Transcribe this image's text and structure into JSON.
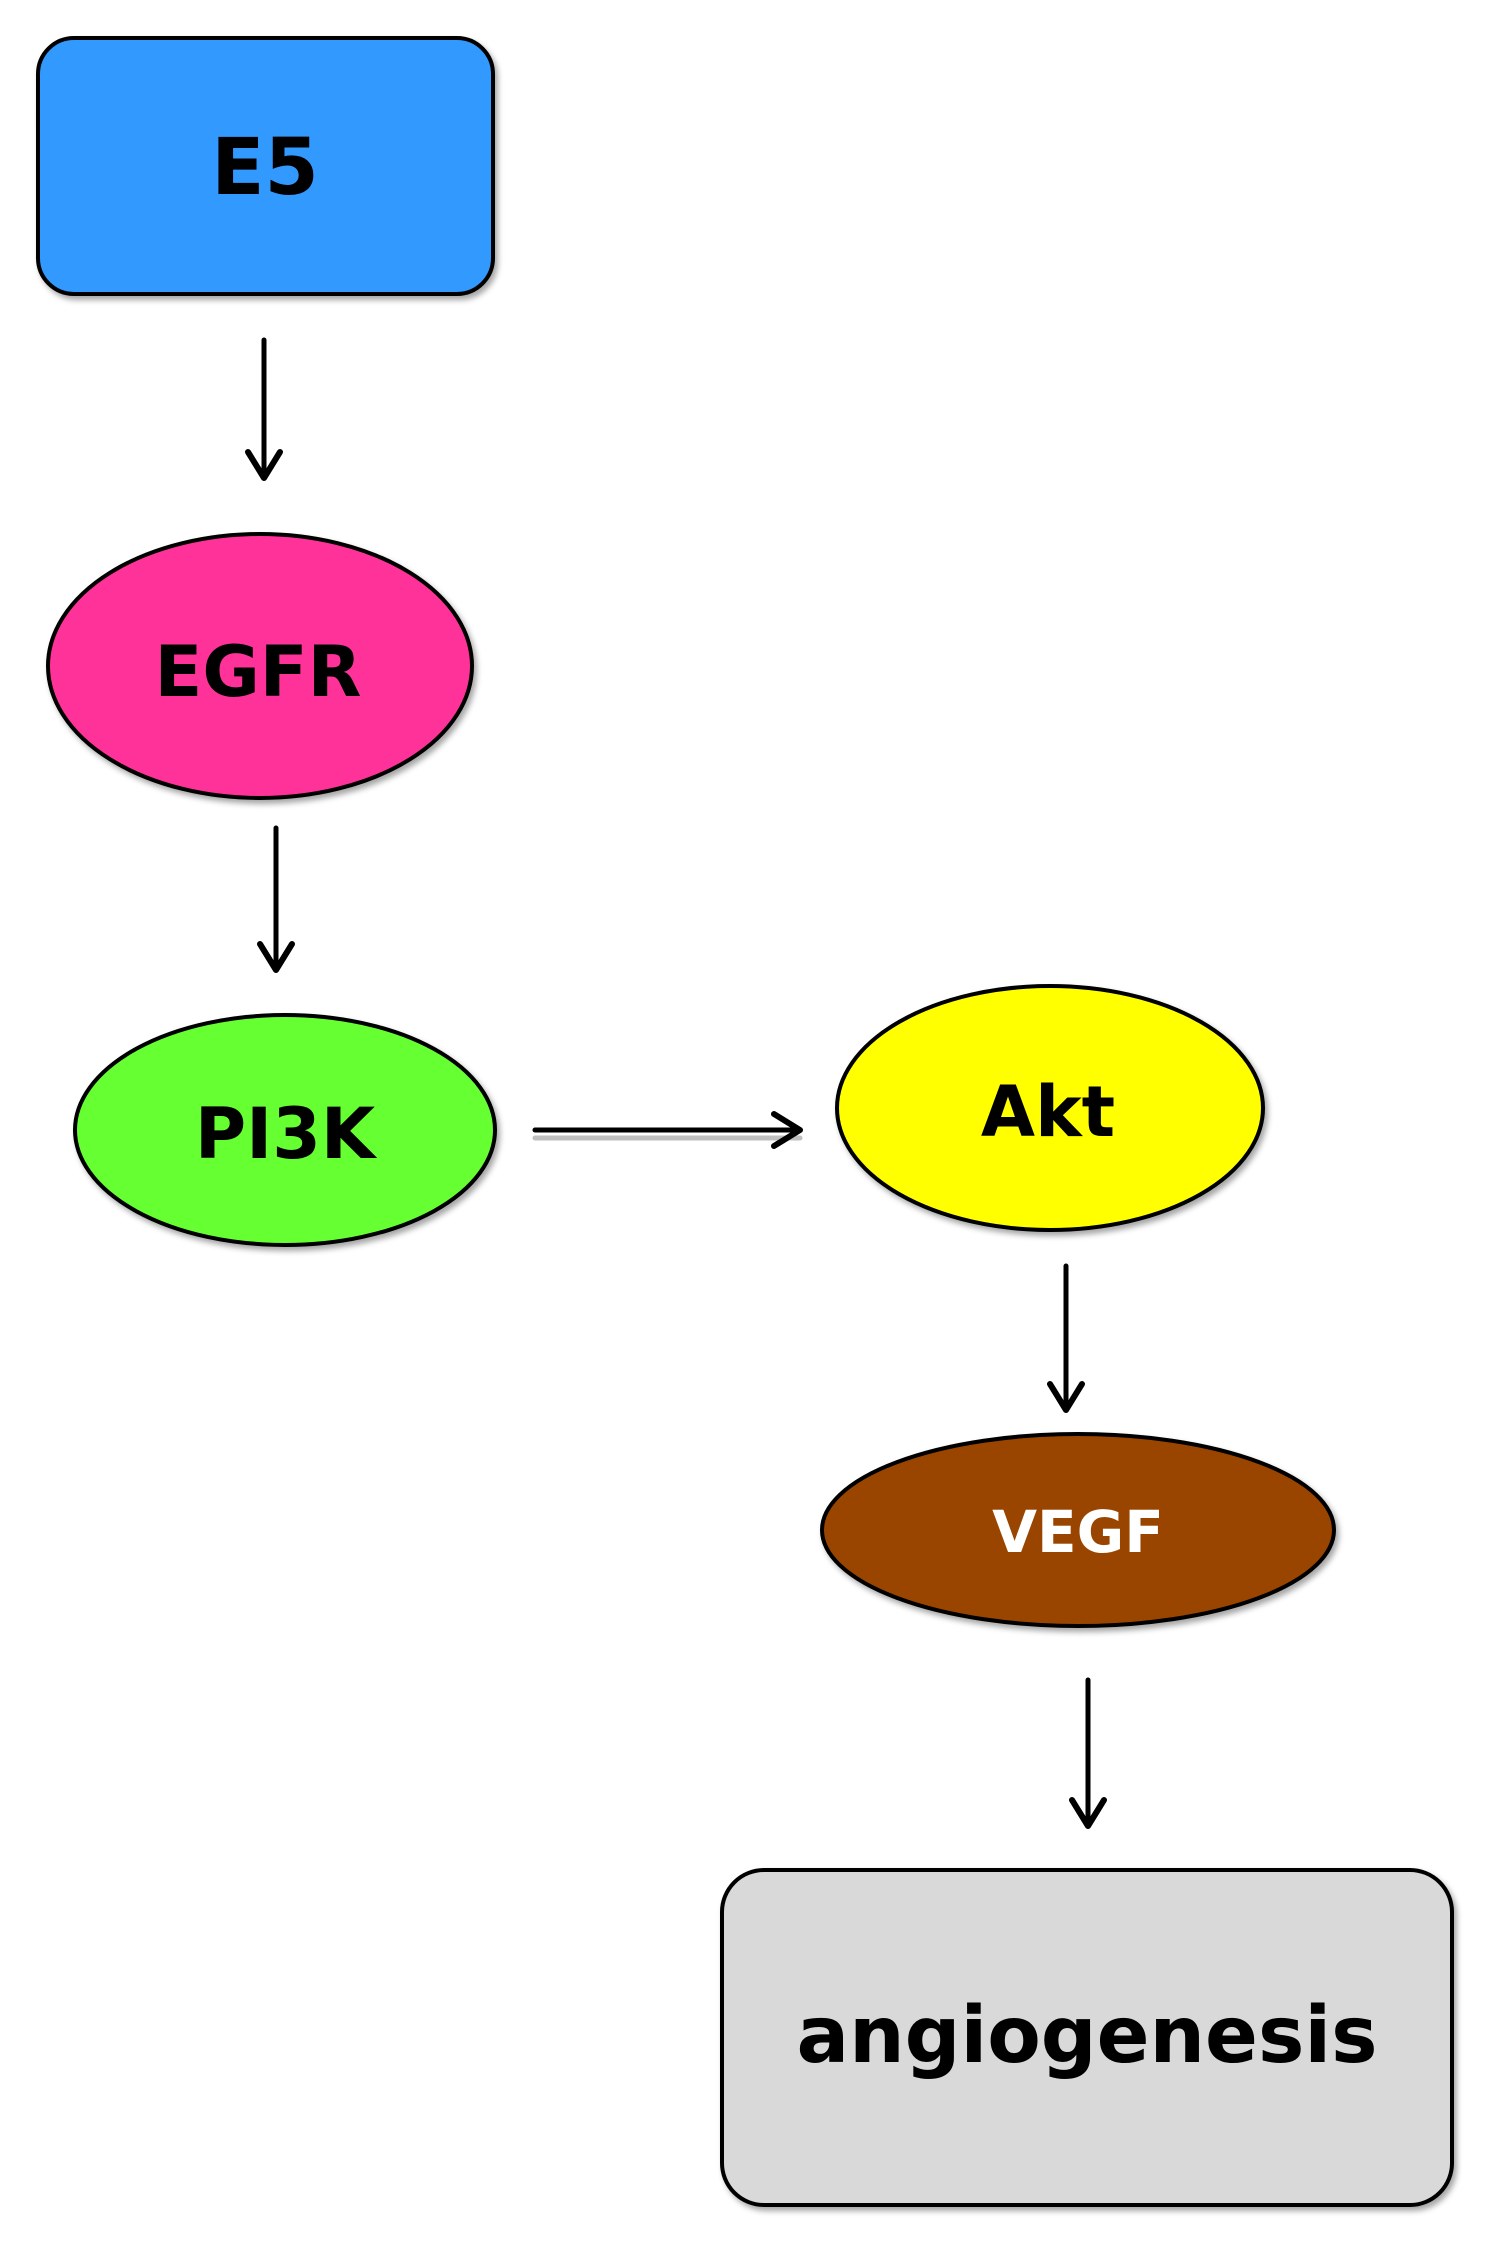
{
  "nodes": {
    "e5": {
      "label": "E5",
      "fill": "#3399ff",
      "text_color": "#000000"
    },
    "egfr": {
      "label": "EGFR",
      "fill": "#ff3399",
      "text_color": "#000000"
    },
    "pi3k": {
      "label": "PI3K",
      "fill": "#66ff33",
      "text_color": "#000000"
    },
    "akt": {
      "label": "Akt",
      "fill": "#ffff00",
      "text_color": "#000000"
    },
    "vegf": {
      "label": "VEGF",
      "fill": "#994400",
      "text_color": "#ffffff"
    },
    "angiogenesis": {
      "label": "angiogenesis",
      "fill": "#d9d9d9",
      "text_color": "#000000"
    }
  },
  "edges": [
    {
      "from": "e5",
      "to": "egfr"
    },
    {
      "from": "egfr",
      "to": "pi3k"
    },
    {
      "from": "pi3k",
      "to": "akt"
    },
    {
      "from": "akt",
      "to": "vegf"
    },
    {
      "from": "vegf",
      "to": "angiogenesis"
    }
  ]
}
